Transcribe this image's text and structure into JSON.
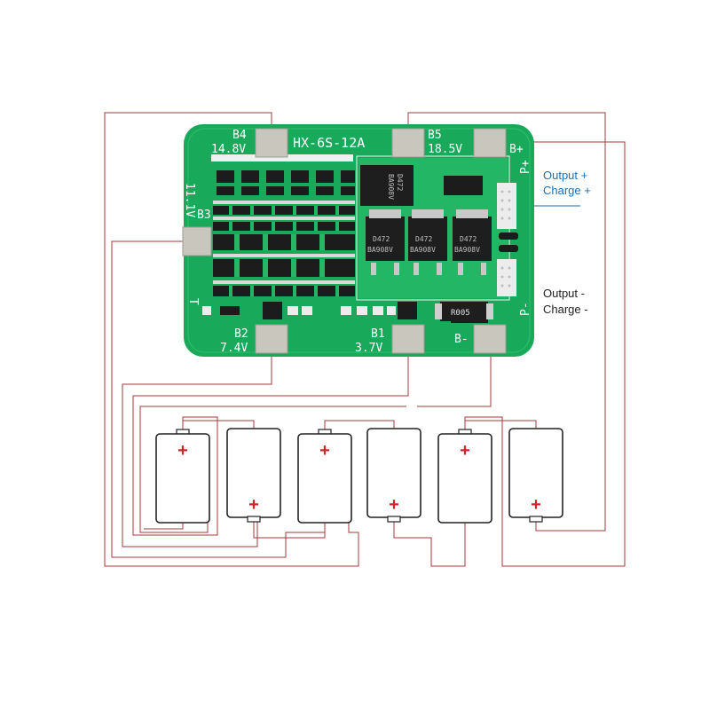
{
  "board": {
    "model": "HX-6S-12A",
    "pads": [
      {
        "id": "B4",
        "name": "B4",
        "voltage": "14.8V"
      },
      {
        "id": "B5",
        "name": "B5",
        "voltage": "18.5V"
      },
      {
        "id": "B3",
        "name": "B3",
        "voltage": "11.1V"
      },
      {
        "id": "B2",
        "name": "B2",
        "voltage": "7.4V"
      },
      {
        "id": "B1",
        "name": "B1",
        "voltage": "3.7V"
      }
    ],
    "p_plus": "P+",
    "p_minus": "P-",
    "b_plus": "B+",
    "b_minus": "B-",
    "t_mark": "T",
    "resistor": "R005",
    "mosfet_line1": "D472",
    "mosfet_line2": "BA908V",
    "colors": {
      "board": "#19a95a",
      "wire": "#a03a3a",
      "pad": "#c9c6bd",
      "label_blue": "#1a6fb3"
    }
  },
  "labels": {
    "output_plus": "Output +",
    "charge_plus": "Charge +",
    "output_minus": "Output -",
    "charge_minus": "Charge -"
  },
  "batteries": {
    "count": 6,
    "plus_symbol": "+"
  }
}
